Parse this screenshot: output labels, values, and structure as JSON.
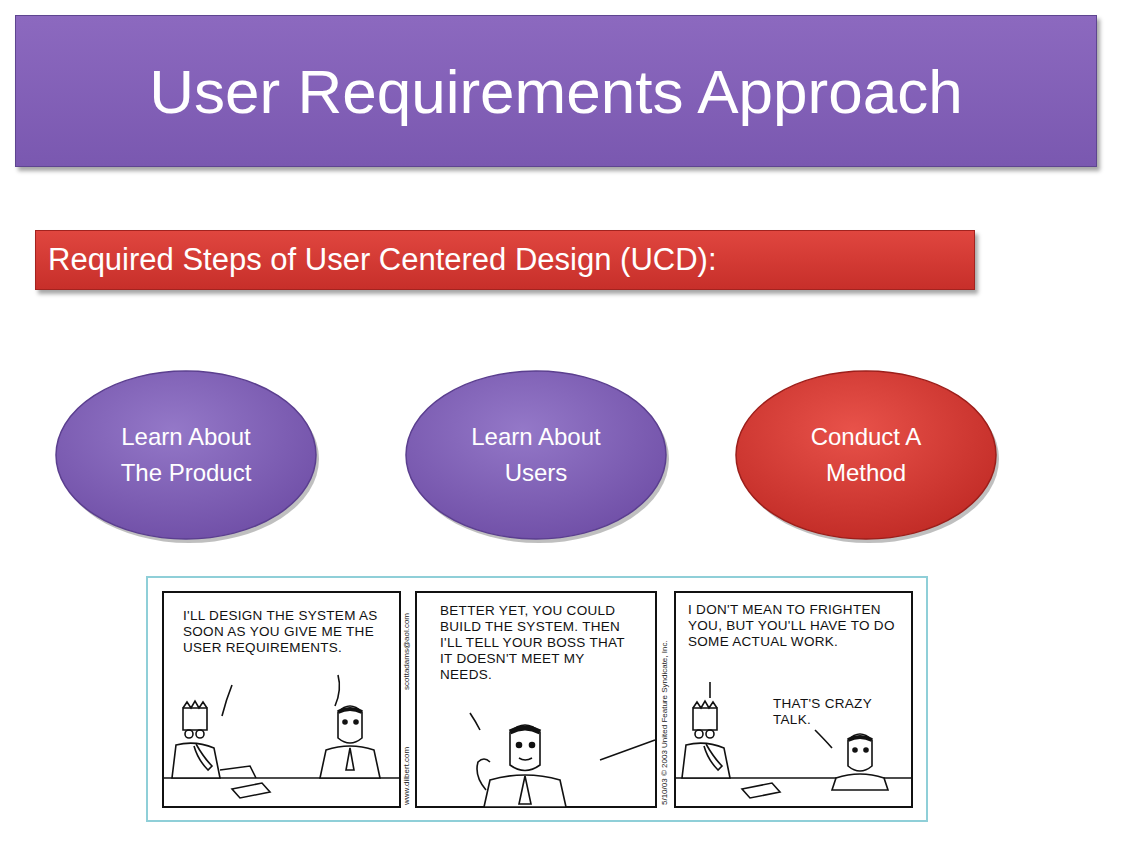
{
  "diagram": {
    "title": "User Requirements Approach",
    "nodes": [
      {
        "text": [
          "Required Steps of User Centered Design (UCD):"
        ]
      },
      {
        "text": [
          "Learn About The Product"
        ]
      },
      {
        "text": [
          "Learn About Users"
        ]
      },
      {
        "text": [
          "Conduct A Method"
        ]
      }
    ],
    "labels": [
      "I'LL DESIGN THE SYSTEM AS SOON AS YOU GIVE ME THE USER REQUIREMENTS.",
      "BETTER YET, YOU COULD BUILD THE SYSTEM. THEN I'LL TELL YOUR BOSS THAT IT DOESN'T MEET MY NEEDS.",
      "I DON'T MEAN TO FRIGHTEN YOU, BUT YOU'LL HAVE TO DO SOME ACTUAL WORK.",
      "THAT'S CRAZY TALK.",
      "www.dilbert.com",
      "scottadams@aol.com",
      "5/10/03 © 2003 United Feature Syndicate, Inc."
    ]
  }
}
